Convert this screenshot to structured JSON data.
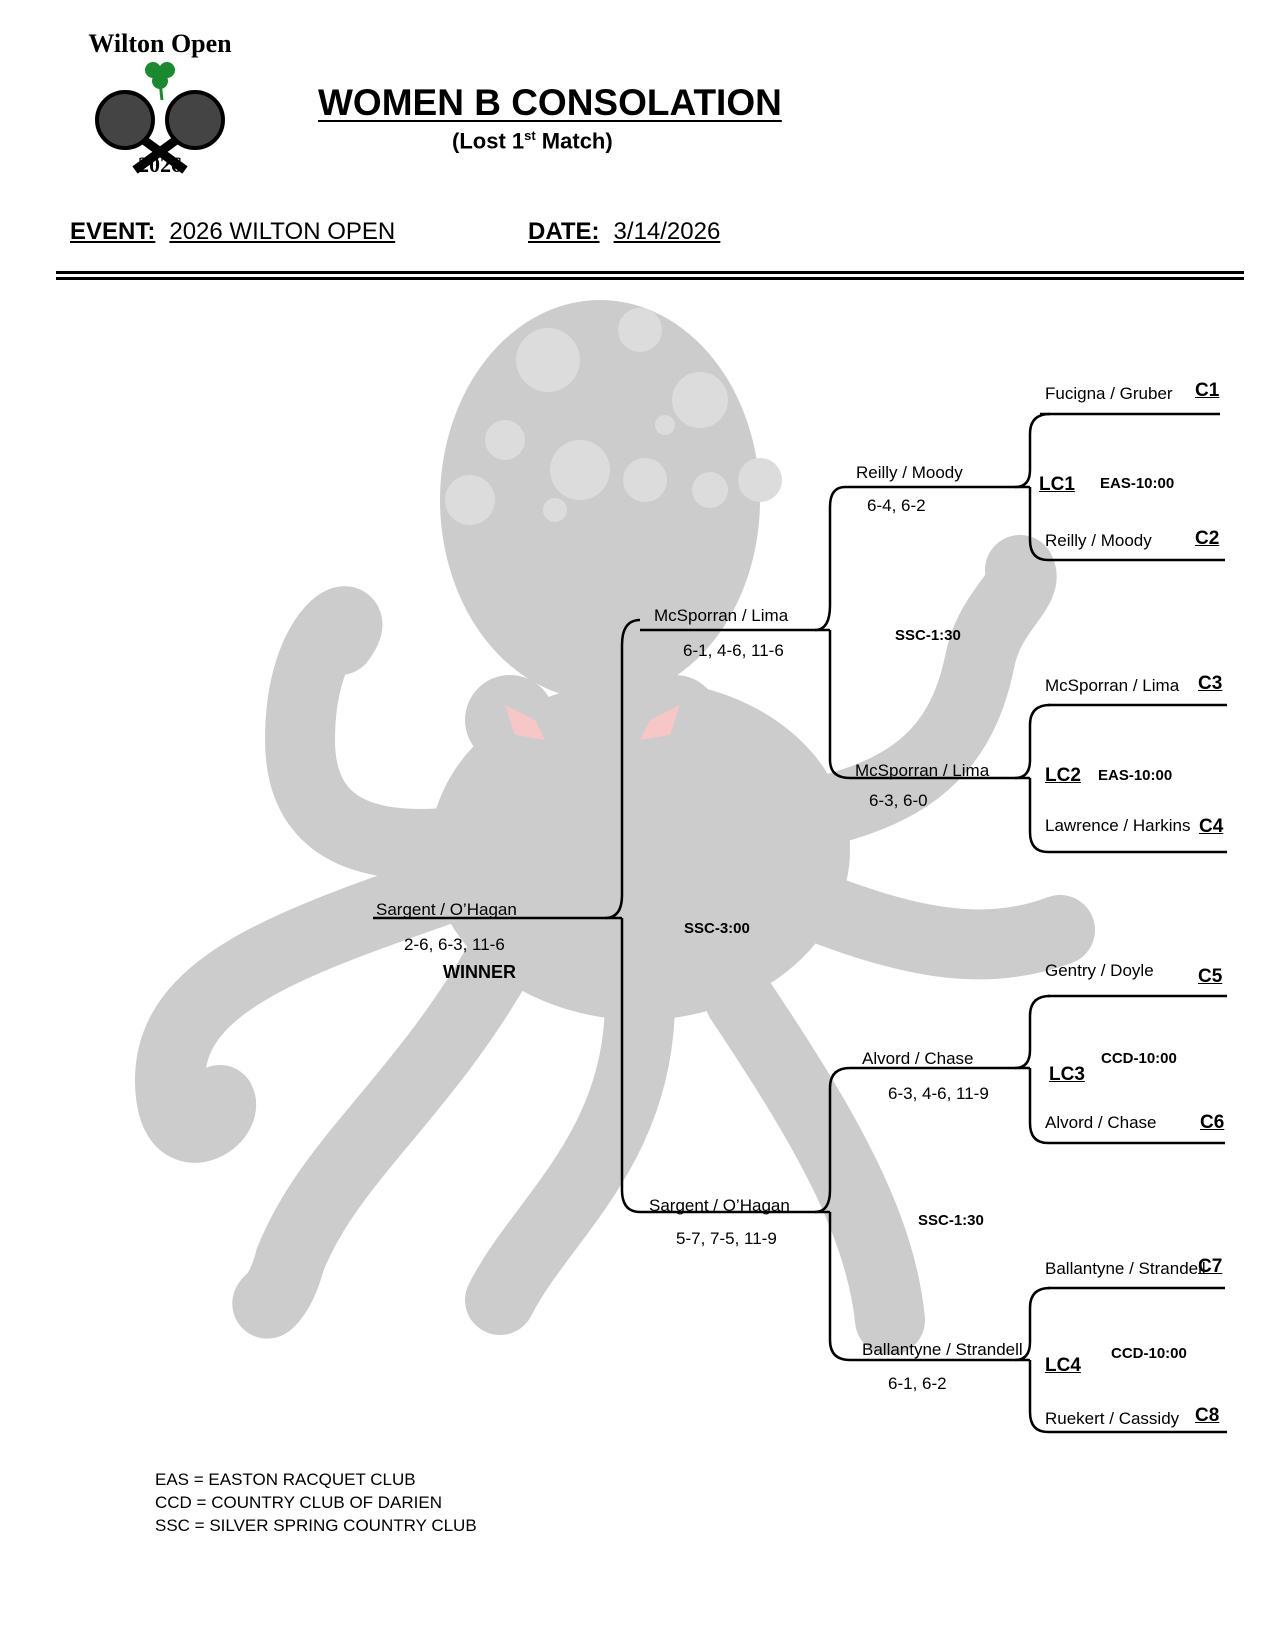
{
  "logo": {
    "top_text": "Wilton Open",
    "year": "2026",
    "icon": "shamrock-rackets-logo"
  },
  "header": {
    "title": "WOMEN B CONSOLATION",
    "subtitle_pre": "(Lost 1",
    "subtitle_sup": "st",
    "subtitle_post": " Match)",
    "event_label": "EVENT:",
    "event_value": "2026 WILTON OPEN",
    "date_label": "DATE:",
    "date_value": "3/14/2026"
  },
  "first_round": [
    {
      "code": "C1",
      "team": "Fucigna / Gruber"
    },
    {
      "code": "C2",
      "team": "Reilly / Moody"
    },
    {
      "code": "C3",
      "team": "McSporran / Lima"
    },
    {
      "code": "C4",
      "team": "Lawrence / Harkins"
    },
    {
      "code": "C5",
      "team": "Gentry / Doyle"
    },
    {
      "code": "C6",
      "team": "Alvord / Chase"
    },
    {
      "code": "C7",
      "team": "Ballantyne / Strandell"
    },
    {
      "code": "C8",
      "team": "Ruekert / Cassidy"
    }
  ],
  "matches": [
    {
      "code": "LC1",
      "schedule": "EAS-10:00"
    },
    {
      "code": "LC2",
      "schedule": "EAS-10:00"
    },
    {
      "code": "LC3",
      "schedule": "CCD-10:00"
    },
    {
      "code": "LC4",
      "schedule": "CCD-10:00"
    }
  ],
  "quarterfinals": [
    {
      "team": "Reilly / Moody",
      "score": "6-4, 6-2"
    },
    {
      "team": "McSporran / Lima",
      "score": "6-3, 6-0"
    },
    {
      "team": "Alvord / Chase",
      "score": "6-3, 4-6, 11-9"
    },
    {
      "team": "Ballantyne / Strandell",
      "score": "6-1, 6-2"
    }
  ],
  "semifinals": [
    {
      "team": "McSporran / Lima",
      "score": "6-1, 4-6, 11-6",
      "schedule": "SSC-1:30"
    },
    {
      "team": "Sargent / O’Hagan",
      "score": "5-7, 7-5, 11-9",
      "schedule": "SSC-1:30"
    }
  ],
  "final": {
    "team": "Sargent / O’Hagan",
    "score": "2-6, 6-3, 11-6",
    "label": "WINNER",
    "schedule": "SSC-3:00"
  },
  "legend": [
    "EAS = EASTON RACQUET CLUB",
    "CCD = COUNTRY CLUB OF DARIEN",
    "SSC = SILVER SPRING COUNTRY CLUB"
  ],
  "colors": {
    "watermark": "#cccccc",
    "watermark_spots": "#dcdcdc",
    "eye": "#f7c6c6",
    "shamrock": "#1a8a2e"
  }
}
